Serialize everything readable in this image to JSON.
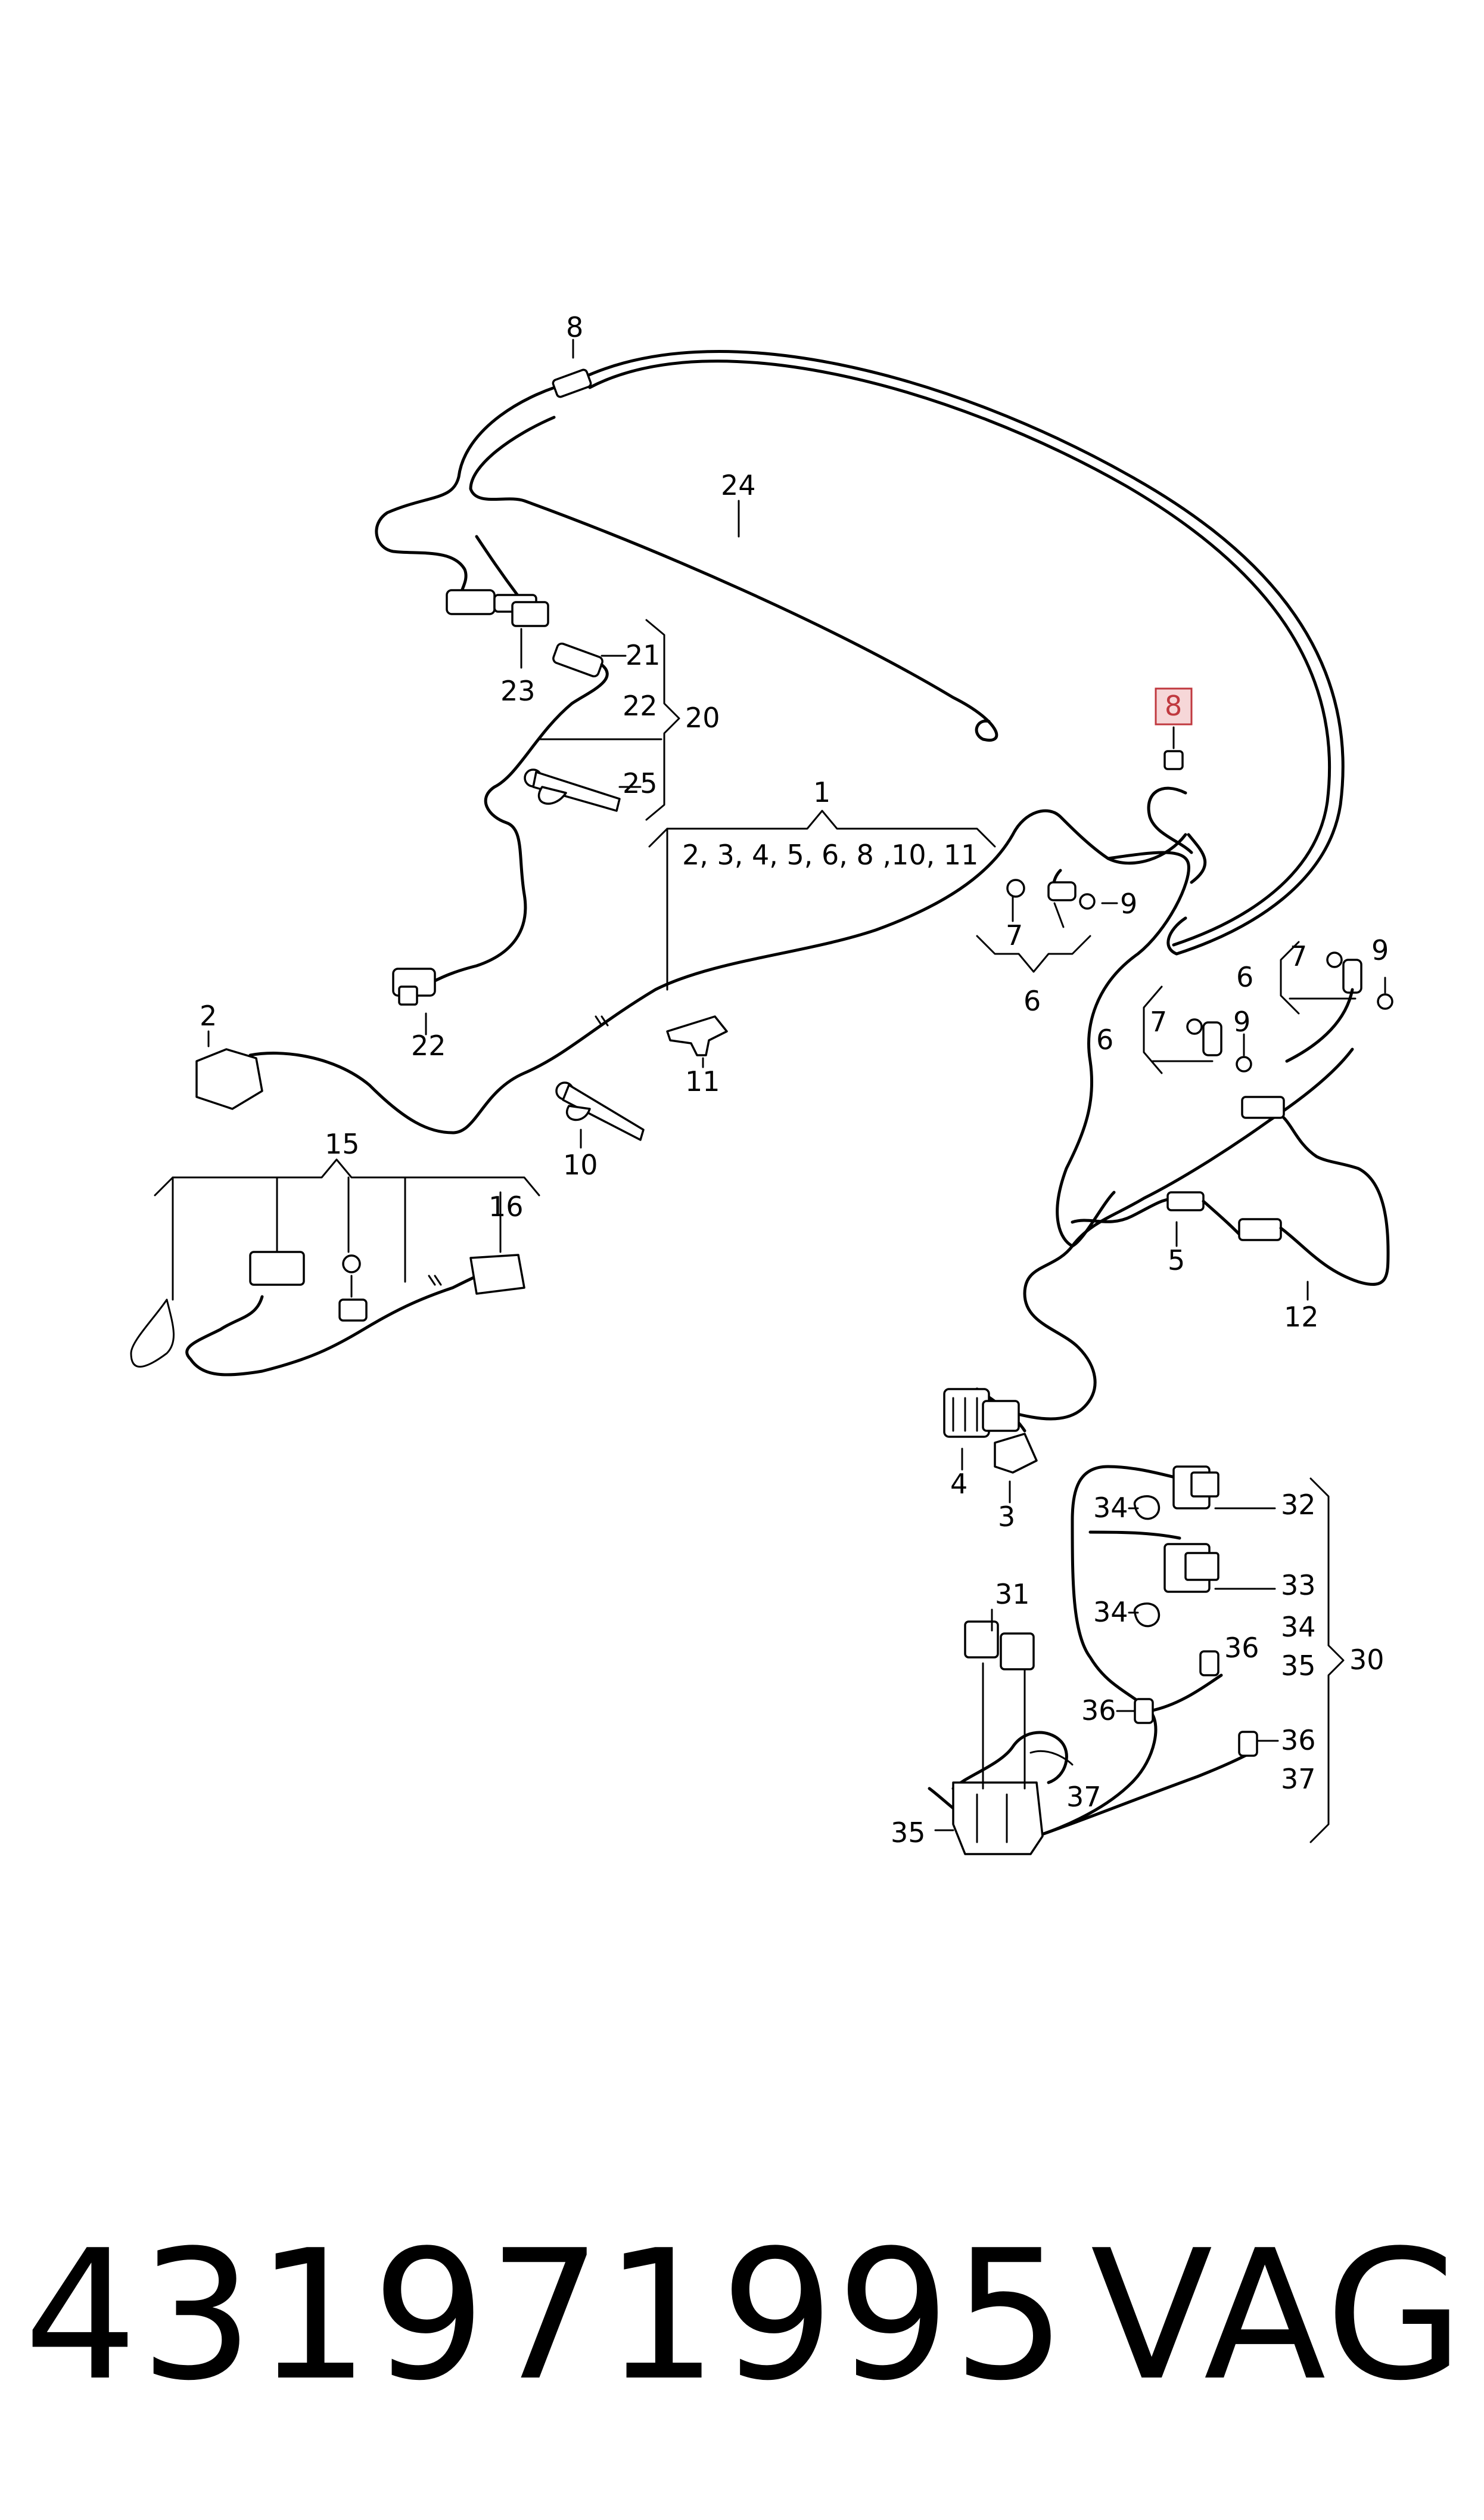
{
  "callouts": {
    "c8_top": "8",
    "c24": "24",
    "c21": "21",
    "c22_upper": "22",
    "c20": "20",
    "c23": "23",
    "c25": "25",
    "c22_lower": "22",
    "c8_highlight": "8",
    "c1": "1",
    "c1_list": "2, 3, 4, 5, 6, 8 ,10, 11",
    "c9_a": "9",
    "c7_a": "7",
    "c6_a": "6",
    "c6_b": "6",
    "c7_b": "7",
    "c9_b": "9",
    "c6_c": "6",
    "c7_c": "7",
    "c9_c": "9",
    "c2": "2",
    "c11": "11",
    "c10": "10",
    "c15": "15",
    "c16": "16",
    "c5": "5",
    "c12": "12",
    "c4": "4",
    "c3": "3",
    "c32": "32",
    "c34_a": "34",
    "c33": "33",
    "c34_b": "34",
    "c34_list": "34",
    "c35_list": "35",
    "c30": "30",
    "c31": "31",
    "c36_a": "36",
    "c36_b": "36",
    "c36_c": "36",
    "c37_a": "37",
    "c37_b": "37",
    "c35": "35"
  },
  "highlight_color": "#c0393f",
  "footer": {
    "part_number": "431971995",
    "brand": "VAG"
  }
}
